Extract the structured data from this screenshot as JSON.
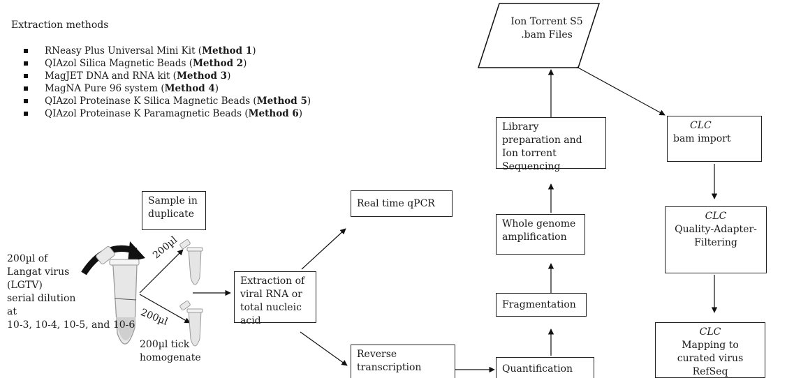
{
  "methods": {
    "title": "Extraction methods",
    "items": [
      {
        "text": "RNeasy Plus Universal Mini Kit  (",
        "bold": "Method 1",
        "end": ")"
      },
      {
        "text": "QIAzol Silica Magnetic Beads  (",
        "bold": "Method 2",
        "end": ")"
      },
      {
        "text": "MagJET DNA and RNA kit (",
        "bold": "Method 3",
        "end": ")"
      },
      {
        "text": "MagNA Pure 96 system (",
        "bold": "Method 4",
        "end": ")"
      },
      {
        "text": "QIAzol Proteinase K Silica Magnetic Beads (",
        "bold": "Method 5",
        "end": ")"
      },
      {
        "text": "QIAzol Proteinase K  Paramagnetic Beads (",
        "bold": "Method 6",
        "end": ")"
      }
    ]
  },
  "sample": {
    "virus_lines": [
      "200µl of",
      "Langat virus",
      "(LGTV)",
      "serial dilution",
      "at"
    ],
    "dilutions": "10-3, 10-4, 10-5, and 10-6",
    "tick_label_1": "200µl tick",
    "tick_label_2": "homogenate",
    "duplicate_box": "Sample in duplicate",
    "split_label_top": "200µl",
    "split_label_bottom": "200µl"
  },
  "boxes": {
    "extraction": "Extraction of viral RNA or total nucleic acid",
    "qpcr": "Real time  qPCR",
    "rt": "Reverse transcription",
    "quant": "Quantification",
    "frag": "Fragmentation",
    "wga": "Whole genome amplification",
    "library": "Library preparation and Ion torrent Sequencing",
    "ion": "Ion Torrent S5 .bam Files",
    "clc1_title": "CLC",
    "clc1_body": "bam import",
    "clc2_title": "CLC",
    "clc2_body": "Quality-Adapter-Filtering",
    "clc3_title": "CLC",
    "clc3_body": "Mapping to curated virus RefSeq"
  }
}
